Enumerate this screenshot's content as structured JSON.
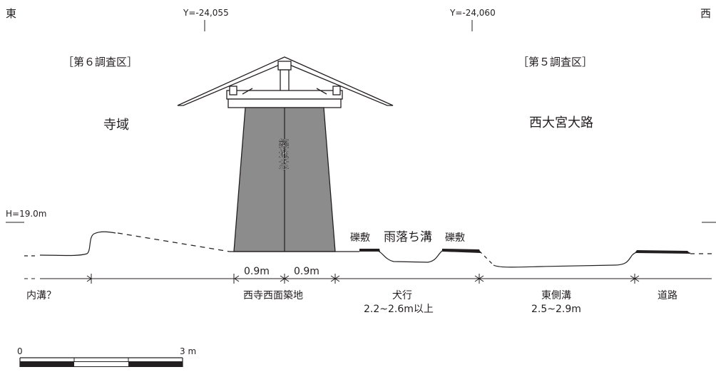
{
  "compass": {
    "east": "東",
    "west": "西"
  },
  "grid_lines": [
    {
      "label": "Y=-24,055"
    },
    {
      "label": "Y=-24,060"
    }
  ],
  "height_reference": "H=19.0m",
  "areas": {
    "area6": "［第６調査区］",
    "area5": "［第５調査区］"
  },
  "zones": {
    "temple_area": "寺域",
    "road_name": "西大宮大路"
  },
  "wall_core": "築地芯",
  "surface_labels": {
    "paving_left": "礫敷",
    "drip_ditch": "雨落ち溝",
    "paving_right": "礫敷"
  },
  "dimensions": {
    "half_left": "0.9m",
    "half_right": "0.9m"
  },
  "segments": [
    {
      "name": "内溝？"
    },
    {
      "name": "西寺西面築地"
    },
    {
      "name": "犬行",
      "sub": "2.2~2.6m以上"
    },
    {
      "name": "東側溝",
      "sub": "2.5~2.9m"
    },
    {
      "name": "道路"
    }
  ],
  "scale_bar": {
    "start": "0",
    "end": "3 m"
  },
  "colors": {
    "ink": "#231f20",
    "wall_fill": "#8c8c8c",
    "background": "#ffffff"
  }
}
